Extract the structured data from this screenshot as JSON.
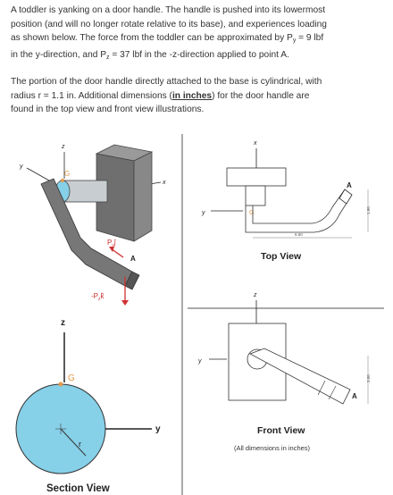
{
  "problem": {
    "p1_line1": "A toddler is yanking on a door handle. The handle is pushed into its lowermost",
    "p1_line2": "position (and will no longer rotate relative to its base), and experiences loading",
    "p1_line3a": "as shown below. The force from the toddler can be approximated by P",
    "p1_sub_y": "y",
    "p1_line3b": " = 9 lbf",
    "p1_line4a": "in the y-direction, and P",
    "p1_sub_z": "z",
    "p1_line4b": " = 37 lbf in the -z-direction applied to point A.",
    "p2_line1": "The portion of the door handle directly attached to the base is cylindrical, with",
    "p2_line2a": "radius r = 1.1 in. Additional dimensions (",
    "p2_link": "in inches",
    "p2_line2b": ") for the door handle are",
    "p2_line3": "found in the top view and front view illustrations."
  },
  "figure": {
    "iso": {
      "z": "z",
      "y": "y",
      "x": "x",
      "G": "G",
      "A": "A",
      "py": "P",
      "py_sub": "y",
      "py_hat": "ĵ",
      "pz_neg": "-P",
      "pz_sub": "z",
      "pz_hat": "k̂"
    },
    "section": {
      "z": "z",
      "y": "y",
      "G": "G",
      "r": "r",
      "title": "Section View"
    },
    "top": {
      "x": "x",
      "y": "y",
      "G": "G",
      "A": "A",
      "dim_bottom": "6.50",
      "dim_side": "1.90",
      "title": "Top View"
    },
    "front": {
      "z": "z",
      "y": "y",
      "A": "A",
      "dim_side": "3.00",
      "title": "Front View",
      "note": "(All dimensions in inches)"
    },
    "colors": {
      "gray": "#8a8a8a",
      "dark_gray": "#555555",
      "cyan": "#86d0e8",
      "orange": "#e39a4a",
      "red": "#d03030",
      "line": "#222222"
    }
  }
}
